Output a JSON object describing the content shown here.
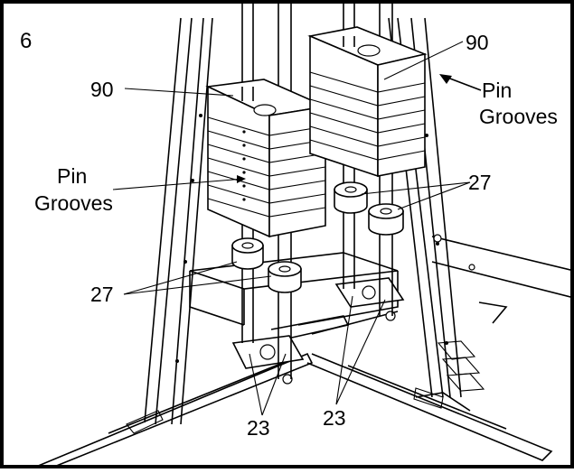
{
  "figure": {
    "step_number": "6",
    "callouts": {
      "weight_stack_left": "90",
      "weight_stack_right": "90",
      "pin_grooves_left_line1": "Pin",
      "pin_grooves_left_line2": "Grooves",
      "pin_grooves_right_line1": "Pin",
      "pin_grooves_right_line2": "Grooves",
      "collars_left": "27",
      "collars_right": "27",
      "pins_left": "23",
      "pins_right": "23"
    }
  },
  "colors": {
    "line": "#000000",
    "background": "#ffffff"
  }
}
